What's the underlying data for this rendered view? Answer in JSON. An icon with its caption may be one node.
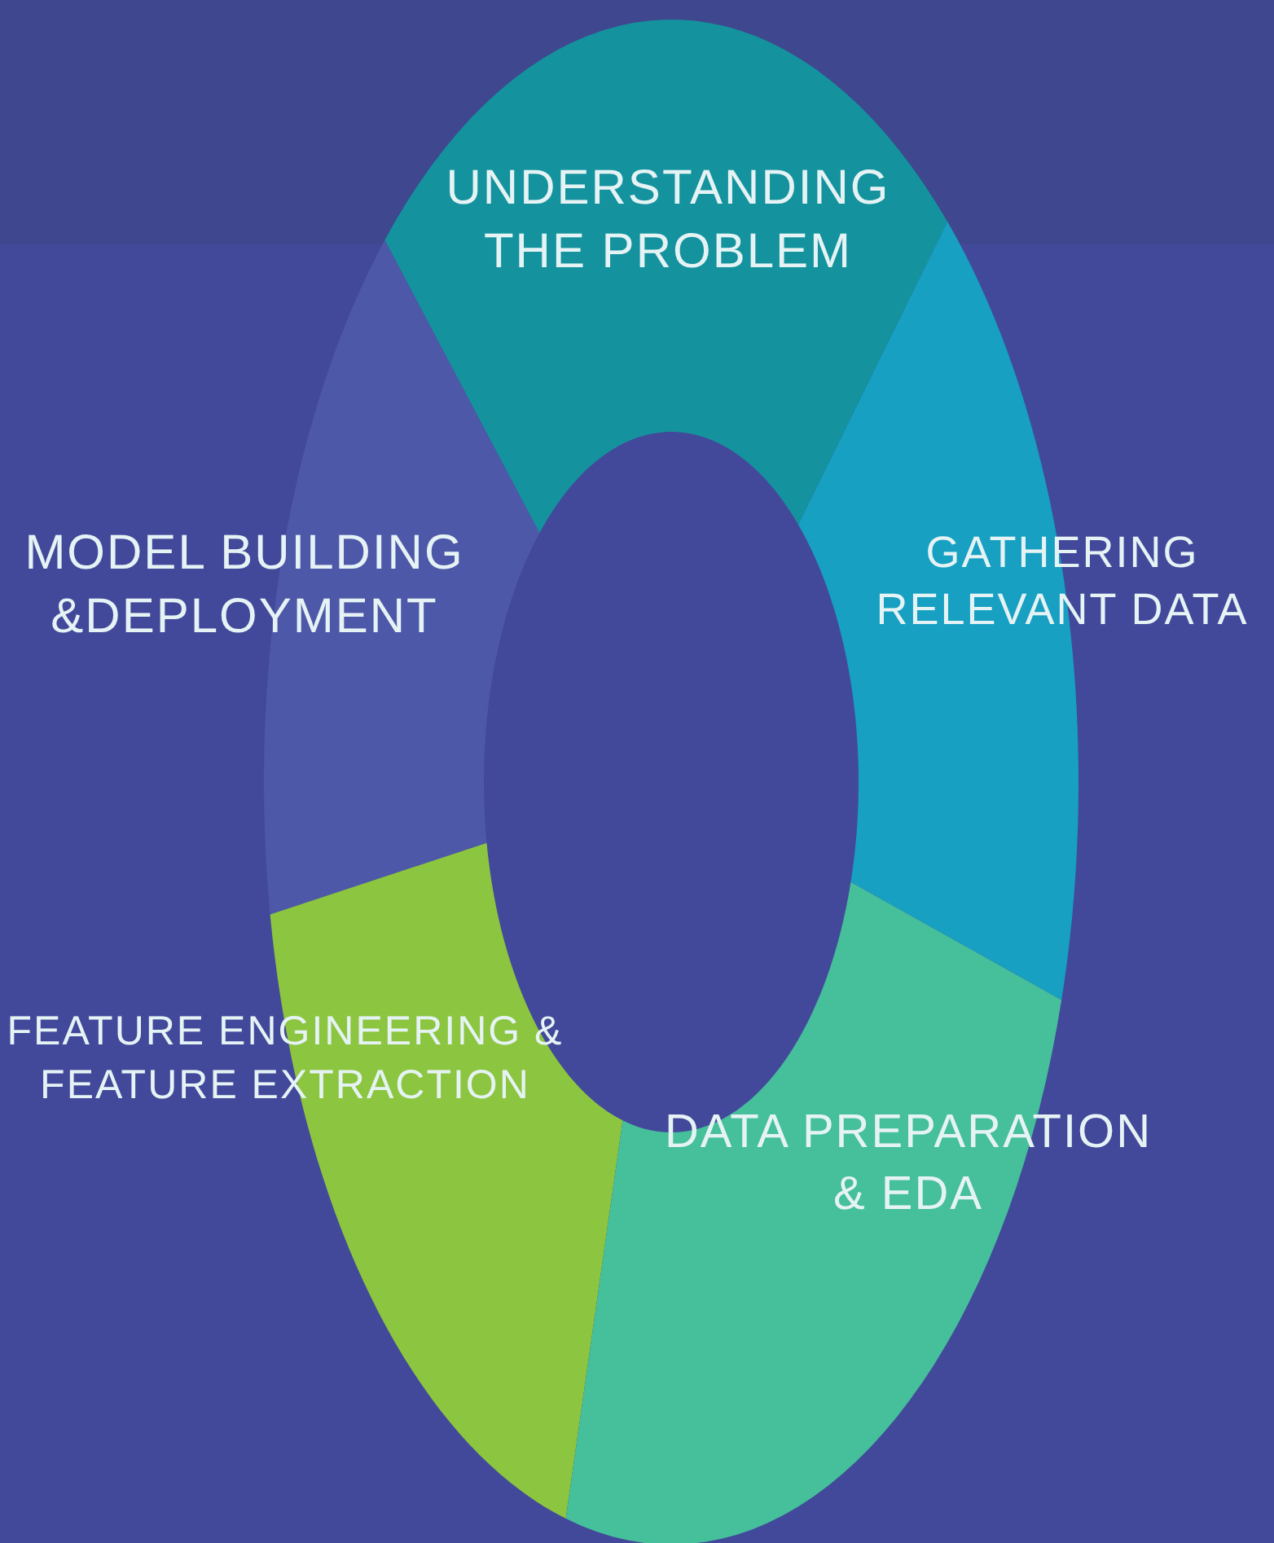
{
  "diagram": {
    "nodes": [
      {
        "text": [
          "UNDERSTANDING THE PROBLEM"
        ]
      },
      {
        "text": [
          "MODEL BUILDING &DEPLOYMENT"
        ]
      },
      {
        "text": [
          "GATHERING RELEVANT DATA"
        ]
      },
      {
        "text": [
          "FEATURE ENGINEERING & FEATURE EXTRACTION"
        ]
      },
      {
        "text": [
          "DATA PREPARATION & EDA"
        ]
      }
    ]
  }
}
